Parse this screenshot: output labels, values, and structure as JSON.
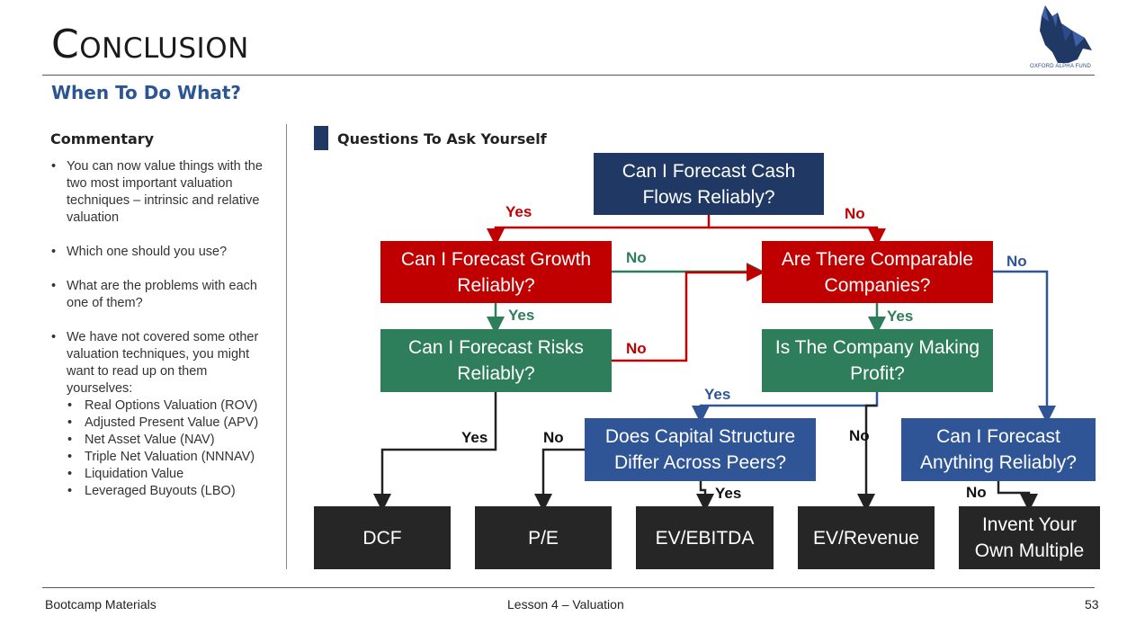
{
  "header": {
    "title": "Conclusion",
    "subtitle": "When To Do What?",
    "logo_text": "OXFORD ALPHA FUND",
    "brand_color": "#1f3864"
  },
  "commentary": {
    "title": "Commentary",
    "bullets": [
      "You can now value things with the two most important valuation techniques – intrinsic and relative valuation",
      "Which one should you use?",
      "What are the problems with each one of them?",
      "We have not covered some other valuation techniques, you might want to read up on them yourselves:"
    ],
    "sub_bullets": [
      "Real Options Valuation (ROV)",
      "Adjusted Present Value (APV)",
      "Net Asset Value (NAV)",
      "Triple Net Valuation (NNNAV)",
      "Liquidation Value",
      "Leveraged Buyouts (LBO)"
    ]
  },
  "flowchart": {
    "title": "Questions To Ask Yourself",
    "colors": {
      "root": "#1f3864",
      "red": "#c00000",
      "green": "#2e7d5b",
      "blue": "#2f5597",
      "result": "#262626"
    },
    "nodes": {
      "cash_flows": "Can I Forecast Cash Flows Reliably?",
      "growth": "Can I Forecast Growth Reliably?",
      "comparable": "Are There Comparable Companies?",
      "risks": "Can I Forecast Risks Reliably?",
      "profit": "Is The Company Making Profit?",
      "capital_structure": "Does Capital Structure Differ Across Peers?",
      "forecast_anything": "Can I Forecast Anything Reliably?"
    },
    "results": {
      "dcf": "DCF",
      "pe": "P/E",
      "ev_ebitda": "EV/EBITDA",
      "ev_revenue": "EV/Revenue",
      "invent": "Invent Your Own Multiple"
    },
    "edge_labels": {
      "cash_yes": "Yes",
      "cash_no": "No",
      "growth_no": "No",
      "growth_yes": "Yes",
      "risks_no": "No",
      "comparable_no": "No",
      "comparable_yes": "Yes",
      "profit_yes": "Yes",
      "risks_yes": "Yes",
      "capital_no": "No",
      "profit_no": "No",
      "capital_yes": "Yes",
      "anything_no": "No"
    }
  },
  "footer": {
    "left": "Bootcamp Materials",
    "center": "Lesson 4 – Valuation",
    "page": "53"
  }
}
